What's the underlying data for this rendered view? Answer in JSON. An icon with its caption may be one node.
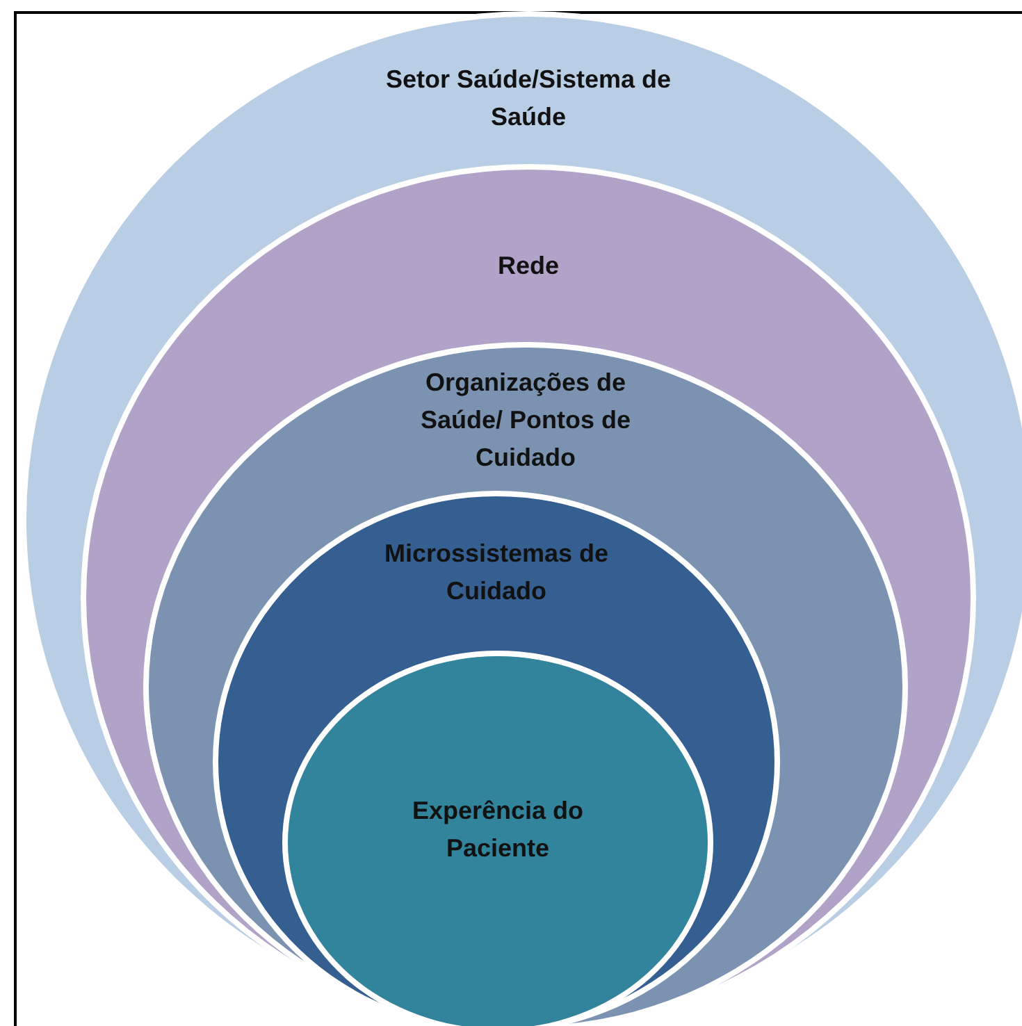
{
  "diagram": {
    "nodes": [
      {
        "text": [
          "Setor Saúde/Sistema de Saúde"
        ]
      },
      {
        "text": [
          "Rede"
        ],
        "in": 0
      },
      {
        "text": [
          "Organizações de Saúde/ Pontos de Cuidado"
        ],
        "in": 1
      },
      {
        "text": [
          "Microssistemas de Cuidado"
        ],
        "in": 2
      },
      {
        "text": [
          "Experência do Paciente"
        ],
        "in": 3
      }
    ]
  }
}
